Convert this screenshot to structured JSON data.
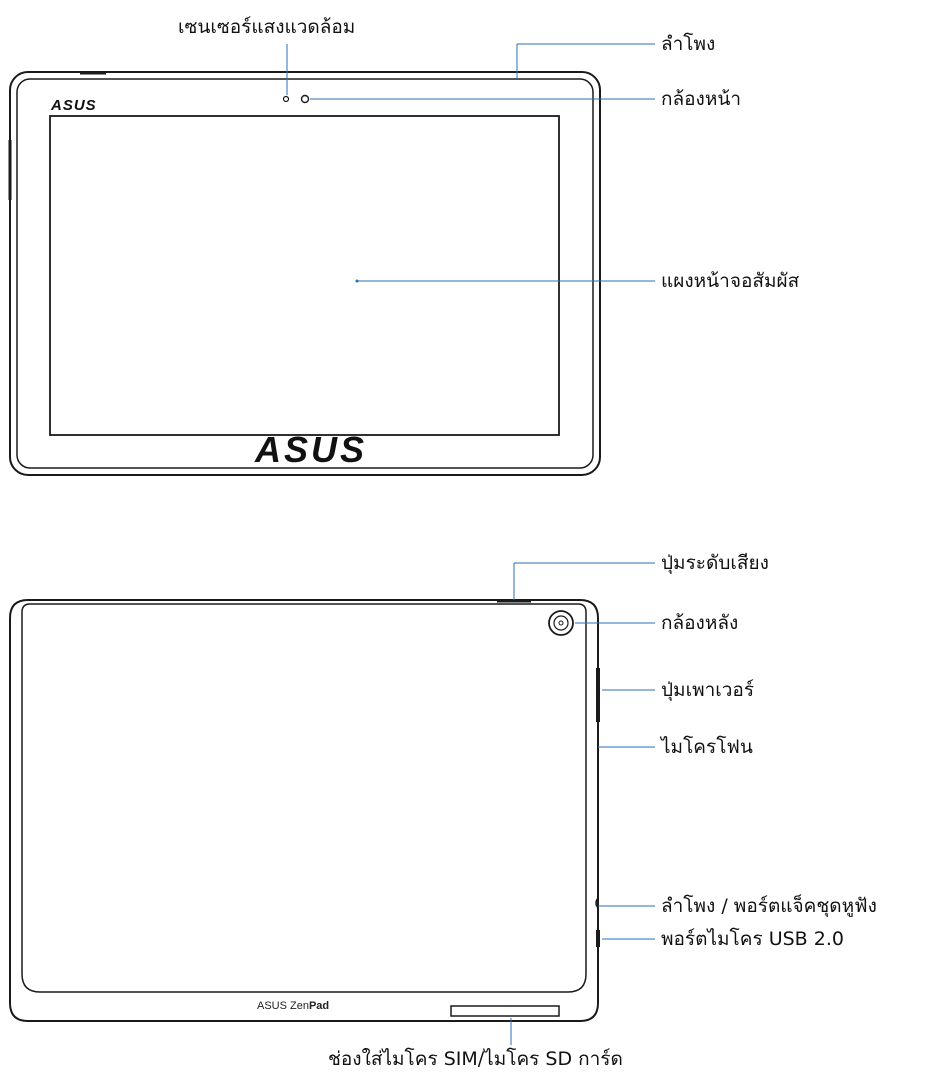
{
  "labels": {
    "ambient_light_sensor": "เซนเซอร์แสงแวดล้อม",
    "speaker": "ลำโพง",
    "front_camera": "กล้องหน้า",
    "touch_screen": "แผงหน้าจอสัมผัส",
    "volume_button": "ปุ่มระดับเสียง",
    "rear_camera": "กล้องหลัง",
    "power_button": "ปุ่มเพาเวอร์",
    "microphone": "ไมโครโฟน",
    "speaker_headphone": "ลำโพง / พอร์ตแจ็คชุดหูฟัง",
    "micro_usb": "พอร์ตไมโคร USB 2.0",
    "sim_sd_slot": "ช่องใส่ไมโคร SIM/ไมโคร SD การ์ด"
  },
  "branding": {
    "front_logo": "ASUS",
    "back_logo": "ASUS",
    "model_prefix": "ASUS Zen",
    "model_suffix": "Pad"
  },
  "colors": {
    "leader_line": "#2a6fb5",
    "outline": "#1a1a1a"
  }
}
